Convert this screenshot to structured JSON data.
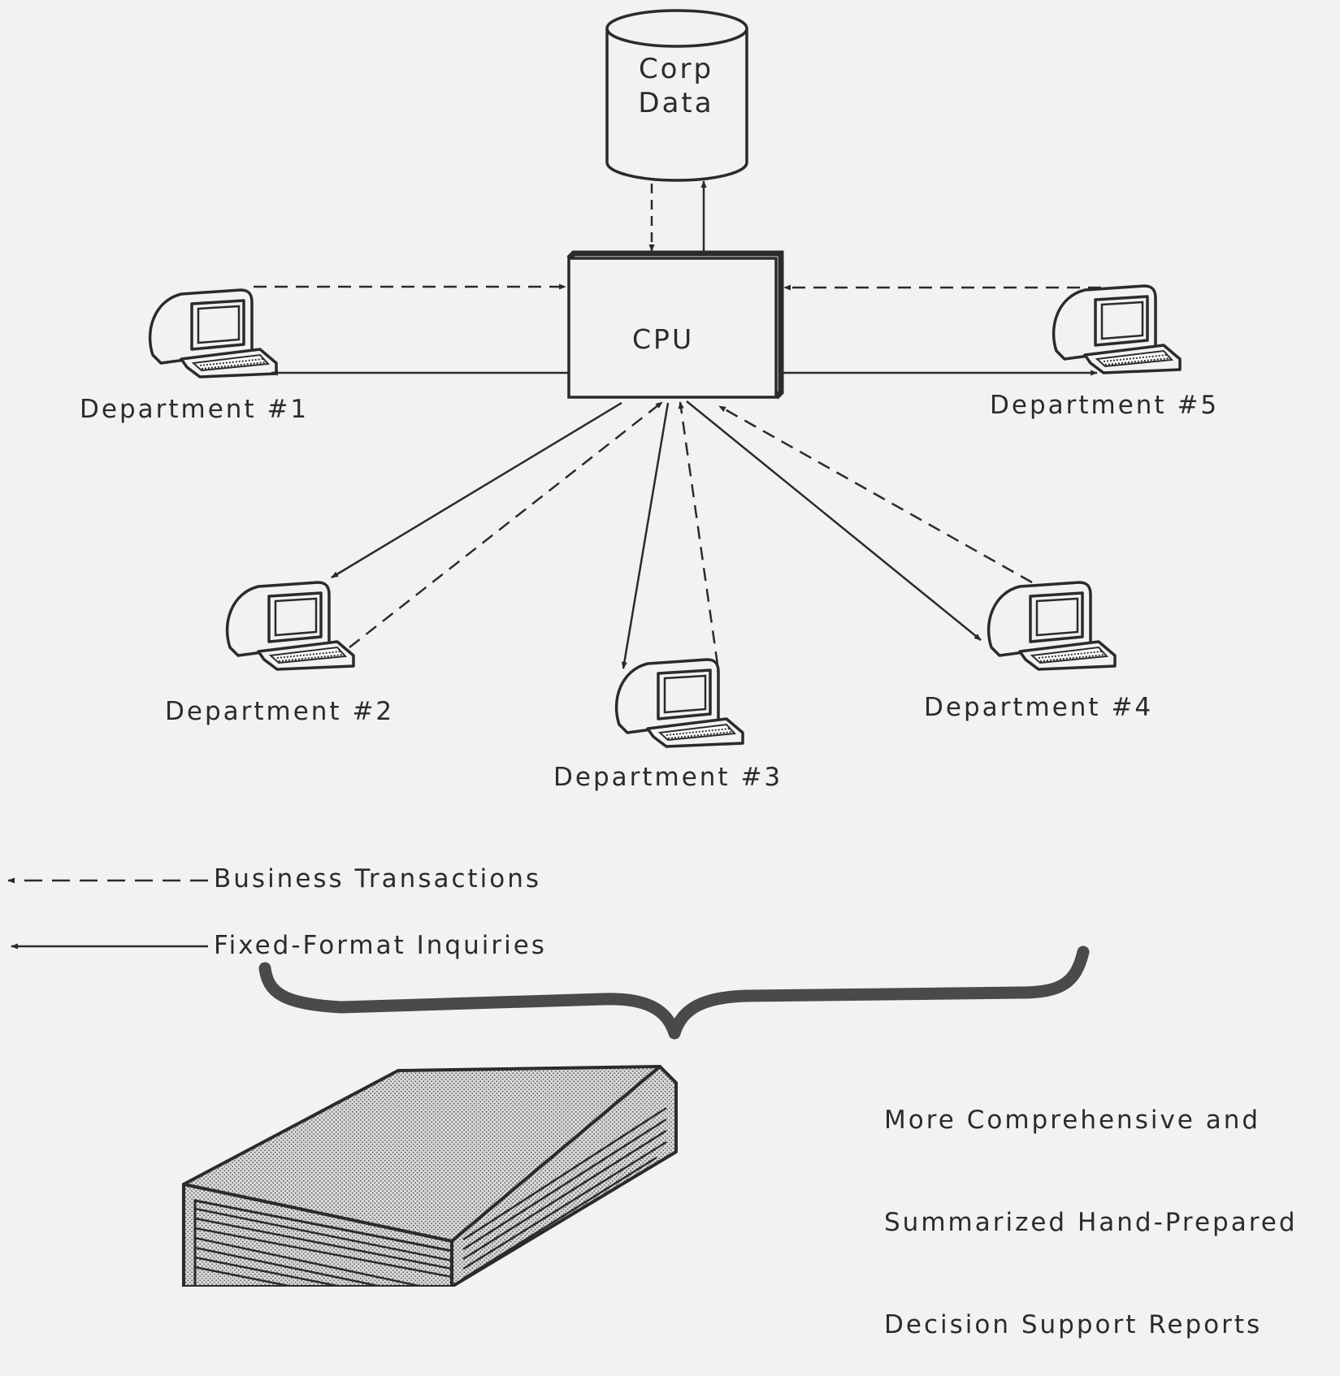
{
  "database": {
    "line1": "Corp",
    "line2": "Data"
  },
  "cpu": {
    "label": "CPU"
  },
  "departments": [
    {
      "label": "Department #1"
    },
    {
      "label": "Department #2"
    },
    {
      "label": "Department #3"
    },
    {
      "label": "Department #4"
    },
    {
      "label": "Department #5"
    }
  ],
  "legend": {
    "business_transactions": "Business Transactions",
    "fixed_format_inquiries": "Fixed-Format Inquiries"
  },
  "reports": {
    "line1": "More Comprehensive and",
    "line2": "Summarized Hand-Prepared",
    "line3": "Decision Support Reports"
  },
  "colors": {
    "ink": "#2b2b2b",
    "background": "#f3f2f1",
    "cover_stipple": "#b9b9b9"
  },
  "icons": [
    "database-cylinder",
    "cpu-box",
    "terminal-icon",
    "report-book-icon",
    "curly-brace"
  ]
}
